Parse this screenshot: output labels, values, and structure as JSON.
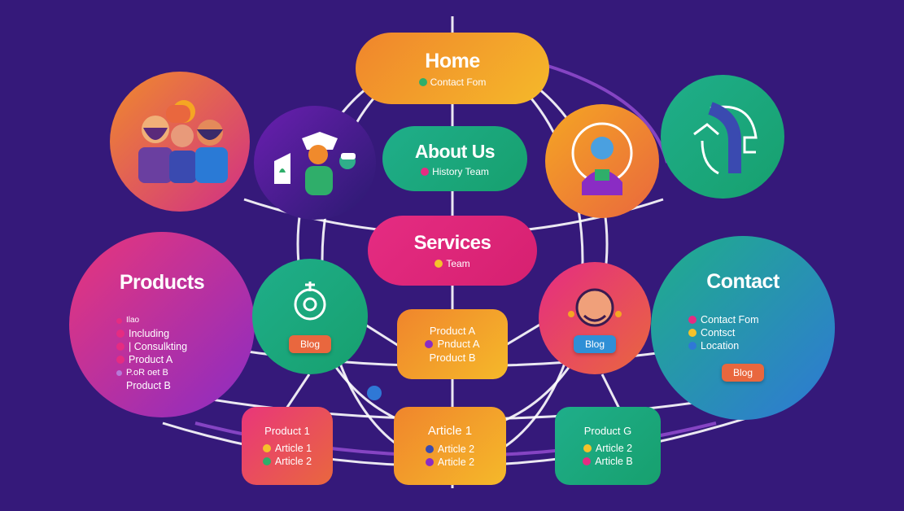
{
  "home": {
    "title": "Home",
    "sub": "Contact Fom"
  },
  "about": {
    "title": "About Us",
    "sub": "History Team"
  },
  "services": {
    "title": "Services",
    "sub": "Team"
  },
  "products": {
    "title": "Products",
    "items": [
      "Ilao",
      "Including",
      "| Consulkting",
      "Product A",
      "P.oR oet B",
      "Product B"
    ]
  },
  "contact": {
    "title": "Contact",
    "items": [
      "Contact Fom",
      "Contsct",
      "Location"
    ],
    "button": "Blog"
  },
  "blog_left": {
    "button": "Blog"
  },
  "blog_right": {
    "button": "Blog"
  },
  "center_box": {
    "lines": [
      "Product A",
      "Pnduct A",
      "Product B"
    ]
  },
  "bottom_left": {
    "title": "Product 1",
    "items": [
      "Article 1",
      "Article 2"
    ]
  },
  "bottom_center": {
    "title": "Article 1",
    "items": [
      "Article 2",
      "Article 2"
    ]
  },
  "bottom_right": {
    "title": "Product G",
    "items": [
      "Article 2",
      "Article B"
    ]
  },
  "colors": {
    "background": "#35197a",
    "orange": "#f08a2c",
    "pink": "#e52c82",
    "teal": "#1fae8a",
    "purple": "#8a2cc4",
    "button": "#e9673e"
  },
  "icons": [
    "team-icon",
    "person-icon",
    "profile-icon",
    "head-icon",
    "gear-icon",
    "avatar-icon"
  ]
}
